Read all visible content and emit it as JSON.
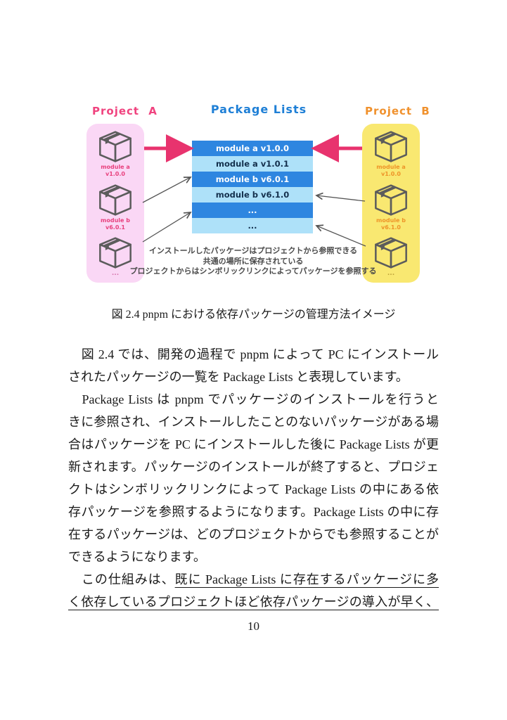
{
  "diagram": {
    "headers": {
      "project_a": "Project A",
      "package_lists": "Package Lists",
      "project_b": "Project B"
    },
    "project_a_modules": [
      {
        "name": "module a",
        "version": "v1.0.0"
      },
      {
        "name": "module b",
        "version": "v6.0.1"
      },
      {
        "name": "...",
        "version": ""
      }
    ],
    "project_b_modules": [
      {
        "name": "module a",
        "version": "v1.0.0"
      },
      {
        "name": "module b",
        "version": "v6.1.0"
      },
      {
        "name": "...",
        "version": ""
      }
    ],
    "package_list_rows": [
      "module a v1.0.0",
      "module a v1.0.1",
      "module b v6.0.1",
      "module b v6.1.0",
      "...",
      "..."
    ],
    "annotation_lines": [
      "インストールしたパッケージはプロジェクトから参照できる",
      "共通の場所に保存されている",
      "プロジェクトからはシンボリックリンクによってパッケージを参照する"
    ],
    "colors": {
      "project_a_accent": "#f0437f",
      "project_a_bg": "#fad7f5",
      "package_lists_accent": "#1e7fd6",
      "list_row_dark": "#2e86e0",
      "list_row_light": "#aee1f9",
      "project_b_accent": "#f0912d",
      "project_b_bg": "#f9e871",
      "arrow_pink": "#e8336e",
      "arrow_gray": "#555555"
    }
  },
  "caption": "図 2.4 pnpm における依存パッケージの管理方法イメージ",
  "body": {
    "lines": [
      {
        "text": "　図 2.4 では、開発の過程で pnpm によって PC にインストール"
      },
      {
        "text": "されたパッケージの一覧を Package Lists と表現しています。"
      },
      {
        "text": "　Package Lists は pnpm でパッケージのインストールを行うと"
      },
      {
        "text": "きに参照され、インストールしたことのないパッケージがある場"
      },
      {
        "text": "合はパッケージを PC にインストールした後に Package Lists が更"
      },
      {
        "text": "新されます。パッケージのインストールが終了すると、プロジェ"
      },
      {
        "text": "クトはシンボリックリンクによって Package Lists の中にある依"
      },
      {
        "text": "存パッケージを参照するようになります。Package Lists の中に存"
      },
      {
        "text": "在するパッケージは、どのプロジェクトからでも参照することが"
      },
      {
        "text": "できるようになります。"
      },
      {
        "pre": "　この仕組みは、",
        "underlined": "既に Package Lists に存在するパッケージに多"
      },
      {
        "underlined": "く依存しているプロジェクトほど依存パッケージの導入が早く、"
      }
    ]
  },
  "page_number": "10"
}
